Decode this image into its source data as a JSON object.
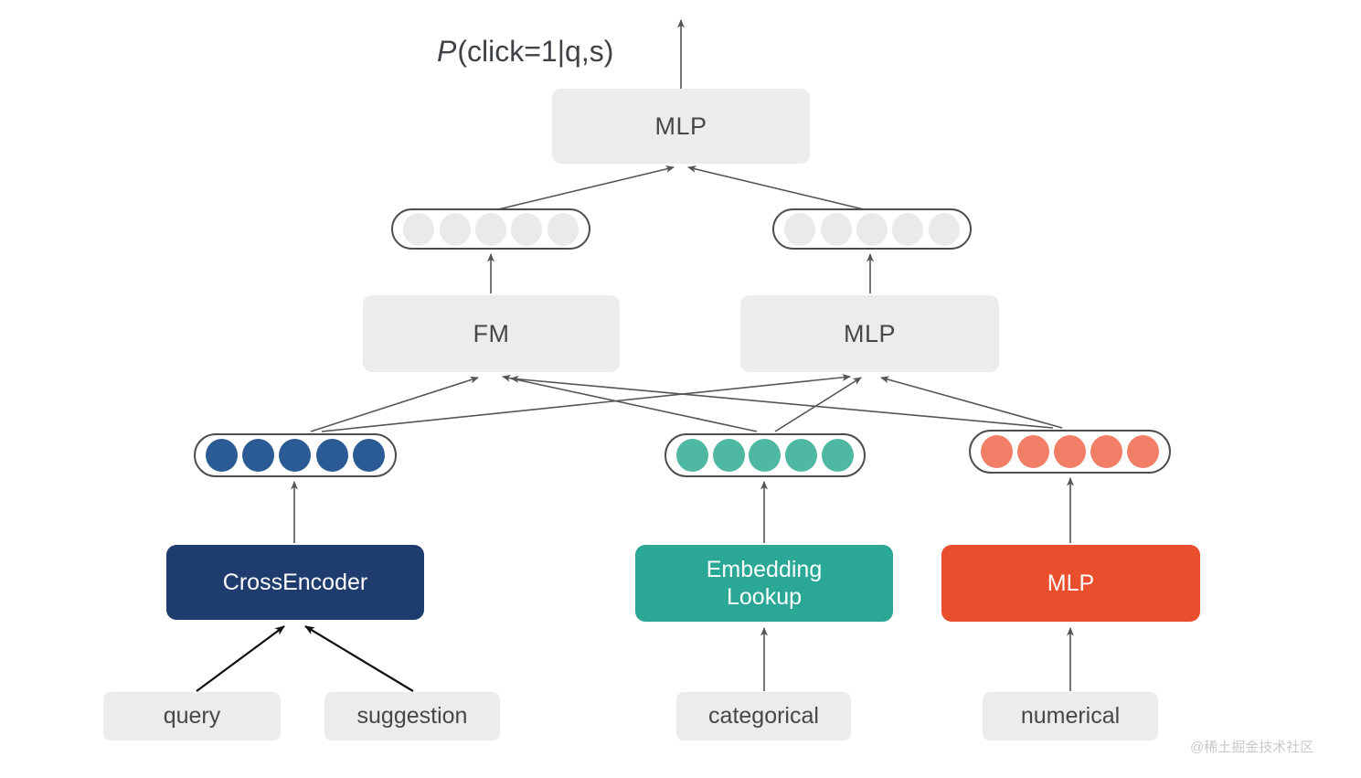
{
  "output_label": {
    "p": "P",
    "rest": "(click=1|q,s)"
  },
  "nodes": {
    "top_mlp": {
      "label": "MLP"
    },
    "fm": {
      "label": "FM"
    },
    "deep_mlp": {
      "label": "MLP"
    },
    "cross_encoder": {
      "label": "CrossEncoder"
    },
    "embedding_lookup": {
      "label": "Embedding Lookup"
    },
    "feature_mlp": {
      "label": "MLP"
    },
    "query": {
      "label": "query"
    },
    "suggestion": {
      "label": "suggestion"
    },
    "categorical": {
      "label": "categorical"
    },
    "numerical": {
      "label": "numerical"
    }
  },
  "vectors": {
    "concat_left": {
      "count": 5,
      "color": "#e8eaec"
    },
    "concat_right": {
      "count": 5,
      "color": "#e8eaec"
    },
    "cross_embedding": {
      "count": 5,
      "color": "#2a5b95"
    },
    "categorical_embedding": {
      "count": 5,
      "color": "#4fb8a2"
    },
    "numerical_embedding": {
      "count": 5,
      "color": "#f37e67"
    }
  },
  "colors": {
    "node_gray": "#ebecec",
    "navy": "#1e3c6d",
    "teal": "#2ba796",
    "red": "#e94e2d",
    "arrow_gray": "#555555",
    "arrow_black": "#111111",
    "text_dark": "#474747",
    "watermark_gray": "#c9c9c9"
  },
  "watermark": "@稀土掘金技术社区"
}
